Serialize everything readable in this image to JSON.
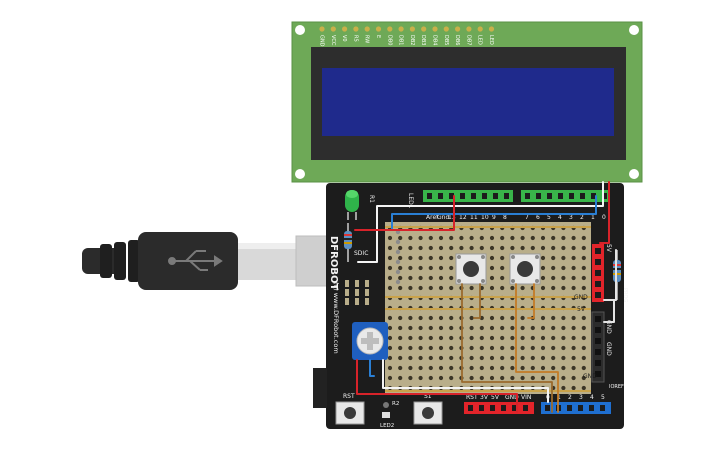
{
  "lcd": {
    "pin_labels": [
      "GND",
      "VCC",
      "V0",
      "RS",
      "RW",
      "E",
      "DB0",
      "DB1",
      "DB2",
      "DB3",
      "DB4",
      "DB5",
      "DB6",
      "DB7",
      "LED",
      "LED"
    ]
  },
  "shield": {
    "brand": "DFROBOT",
    "website": "(c) www.DFRobot.com",
    "led1_label": "LED1",
    "r1_label": "R1",
    "sdic_label": "SDIC",
    "header_top_left": [
      "Aref",
      "Gnd",
      "13",
      "12",
      "11",
      "10",
      "9",
      "8"
    ],
    "header_top_right": [
      "7",
      "6",
      "5",
      "4",
      "3",
      "2",
      "1",
      "0"
    ],
    "header_bottom_power": [
      "RST",
      "3V",
      "5V",
      "GND",
      "VIN"
    ],
    "header_bottom_analog": [
      "0",
      "1",
      "2",
      "3",
      "4",
      "5"
    ],
    "rail_5v": "5V",
    "rail_gnd": "GND",
    "side_5v": "5V",
    "side_gnd_1": "GND",
    "side_gnd_2": "GND",
    "side_gnd_3": "GND",
    "rst_label": "RST",
    "s1_label": "S1",
    "r2_label": "R2",
    "led2_label": "LED2",
    "prog_label": "PROG",
    "pin_ioref": "IOREF"
  },
  "colors": {
    "lcd_board": "#6ea957",
    "lcd_screen": "#1f2a8c",
    "shield_board": "#1c1c1c",
    "header_green": "#39b54a",
    "header_red": "#e2242a",
    "header_blue": "#1f6fd0",
    "wire_red": "#d7232a",
    "wire_blue": "#2a7fd4",
    "wire_white": "#f4f4f4",
    "wire_brown": "#9a6a2c",
    "wire_orange": "#c47b26",
    "usb_body": "#2b2b2b",
    "usb_metal": "#d9d9d9"
  }
}
